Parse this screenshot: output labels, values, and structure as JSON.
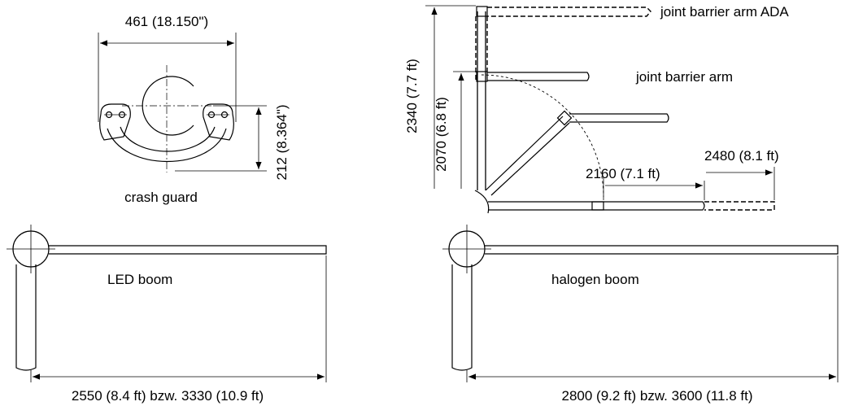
{
  "crash_guard": {
    "label": "crash guard",
    "width_dim": "461 (18.150\")",
    "height_dim": "212 (8.364\")"
  },
  "barrier_arm": {
    "ada_label": "joint barrier arm ADA",
    "arm_label": "joint barrier arm",
    "height_ada_dim": "2340 (7.7 ft)",
    "height_dim": "2070 (6.8 ft)",
    "length_dim": "2160 (7.1 ft)",
    "length_ada_dim": "2480 (8.1 ft)"
  },
  "led_boom": {
    "label": "LED boom",
    "length_dim": "2550 (8.4 ft) bzw. 3330 (10.9 ft)"
  },
  "halogen_boom": {
    "label": "halogen boom",
    "length_dim": "2800 (9.2 ft) bzw. 3600 (11.8 ft)"
  }
}
